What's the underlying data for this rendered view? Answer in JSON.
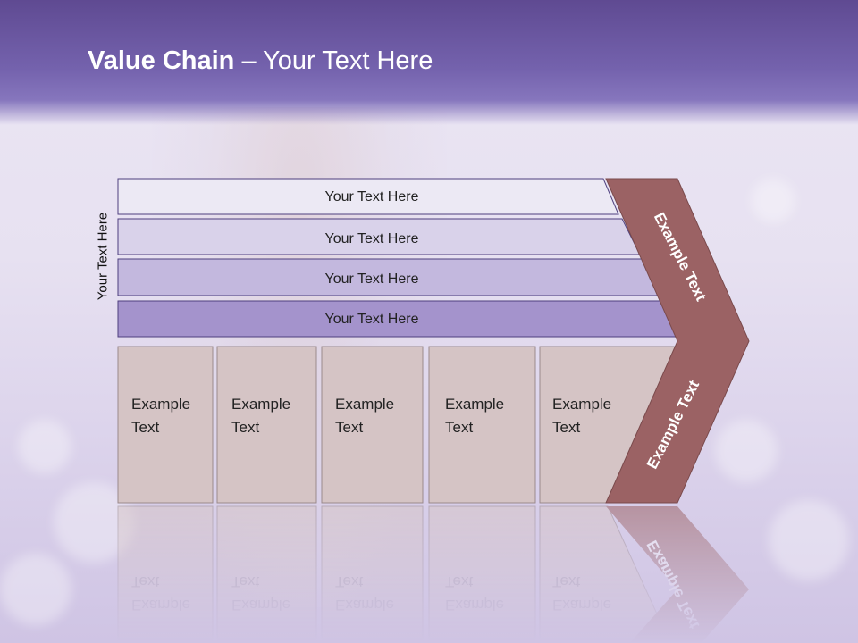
{
  "title": {
    "bold": "Value Chain",
    "rest": " – Your Text Here"
  },
  "vertical_label": "Your Text Here",
  "bars": [
    {
      "label": "Your Text Here"
    },
    {
      "label": "Your Text Here"
    },
    {
      "label": "Your Text Here"
    },
    {
      "label": "Your Text Here"
    }
  ],
  "cells": [
    {
      "line1": "Example",
      "line2": "Text"
    },
    {
      "line1": "Example",
      "line2": "Text"
    },
    {
      "line1": "Example",
      "line2": "Text"
    },
    {
      "line1": "Example",
      "line2": "Text"
    },
    {
      "line1": "Example",
      "line2": "Text"
    }
  ],
  "chevron": {
    "upper": "Example Text",
    "lower": "Example Text"
  },
  "colors": {
    "header": "#6f5ca8",
    "bar1": "#ece9f4",
    "bar2": "#d9d2ea",
    "bar3": "#c3b8de",
    "bar4": "#a493cc",
    "cell": "#d5c4c5",
    "chevron": "#9b6264"
  }
}
